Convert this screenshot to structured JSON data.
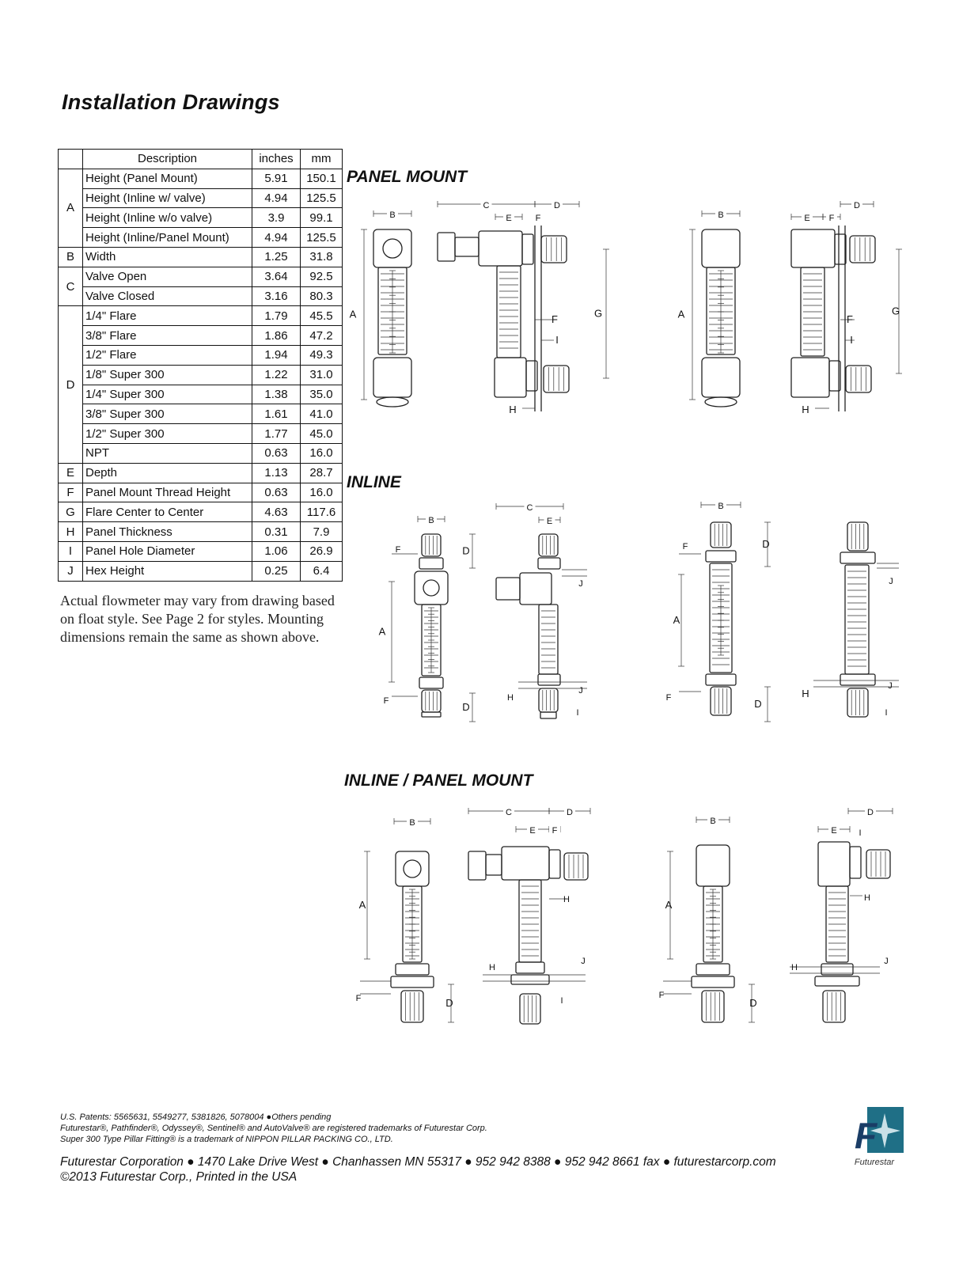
{
  "title": "Installation Drawings",
  "table": {
    "headers": [
      "",
      "Description",
      "inches",
      "mm"
    ],
    "groups": [
      {
        "letter": "A",
        "rows": [
          {
            "desc": "Height (Panel Mount)",
            "inches": "5.91",
            "mm": "150.1"
          },
          {
            "desc": "Height (Inline w/ valve)",
            "inches": "4.94",
            "mm": "125.5"
          },
          {
            "desc": "Height (Inline w/o valve)",
            "inches": "3.9",
            "mm": "99.1"
          },
          {
            "desc": "Height (Inline/Panel Mount)",
            "inches": "4.94",
            "mm": "125.5"
          }
        ]
      },
      {
        "letter": "B",
        "rows": [
          {
            "desc": "Width",
            "inches": "1.25",
            "mm": "31.8"
          }
        ]
      },
      {
        "letter": "C",
        "rows": [
          {
            "desc": "Valve Open",
            "inches": "3.64",
            "mm": "92.5"
          },
          {
            "desc": "Valve Closed",
            "inches": "3.16",
            "mm": "80.3"
          }
        ]
      },
      {
        "letter": "D",
        "rows": [
          {
            "desc": "1/4\" Flare",
            "inches": "1.79",
            "mm": "45.5"
          },
          {
            "desc": "3/8\" Flare",
            "inches": "1.86",
            "mm": "47.2"
          },
          {
            "desc": "1/2\" Flare",
            "inches": "1.94",
            "mm": "49.3"
          },
          {
            "desc": "1/8\" Super 300",
            "inches": "1.22",
            "mm": "31.0"
          },
          {
            "desc": "1/4\" Super 300",
            "inches": "1.38",
            "mm": "35.0"
          },
          {
            "desc": "3/8\" Super 300",
            "inches": "1.61",
            "mm": "41.0"
          },
          {
            "desc": "1/2\" Super 300",
            "inches": "1.77",
            "mm": "45.0"
          },
          {
            "desc": "NPT",
            "inches": "0.63",
            "mm": "16.0"
          }
        ]
      },
      {
        "letter": "E",
        "rows": [
          {
            "desc": "Depth",
            "inches": "1.13",
            "mm": "28.7"
          }
        ]
      },
      {
        "letter": "F",
        "rows": [
          {
            "desc": "Panel Mount Thread Height",
            "inches": "0.63",
            "mm": "16.0"
          }
        ]
      },
      {
        "letter": "G",
        "rows": [
          {
            "desc": "Flare Center to Center",
            "inches": "4.63",
            "mm": "117.6"
          }
        ]
      },
      {
        "letter": "H",
        "rows": [
          {
            "desc": "Panel Thickness",
            "inches": "0.31",
            "mm": "7.9"
          }
        ]
      },
      {
        "letter": "I",
        "rows": [
          {
            "desc": "Panel Hole Diameter",
            "inches": "1.06",
            "mm": "26.9"
          }
        ]
      },
      {
        "letter": "J",
        "rows": [
          {
            "desc": "Hex Height",
            "inches": "0.25",
            "mm": "6.4"
          }
        ]
      }
    ]
  },
  "note": "Actual flowmeter may vary from drawing based on float style. See Page 2 for styles. Mounting dimensions remain the same as shown above.",
  "sections": {
    "panel_mount": "PANEL MOUNT",
    "inline": "INLINE",
    "inline_panel_mount": "INLINE / PANEL MOUNT"
  },
  "dimension_letters": [
    "A",
    "B",
    "C",
    "D",
    "E",
    "F",
    "G",
    "H",
    "I",
    "J"
  ],
  "footer": {
    "patents": "U.S. Patents: 5565631, 5549277, 5381826, 5078004 ●Others pending",
    "trademarks1": "Futurestar®, Pathfinder®, Odyssey®, Sentinel® and AutoValve® are registered trademarks of Futurestar Corp.",
    "trademarks2": "Super 300 Type Pillar Fitting® is a trademark of NIPPON PILLAR PACKING CO., LTD.",
    "contact": "Futurestar Corporation ● 1470 Lake Drive West ● Chanhassen MN 55317  ● 952 942 8388 ● 952 942 8661 fax ● futurestarcorp.com",
    "copyright": "©2013 Futurestar Corp., Printed in the USA"
  },
  "logo": {
    "mark": "F",
    "caption": "Futurestar",
    "color": "#1f6f86"
  }
}
